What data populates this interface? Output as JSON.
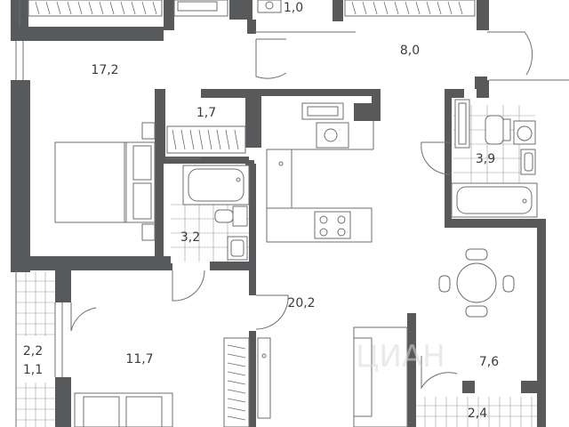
{
  "plan": {
    "room_areas": [
      {
        "id": "storage-top",
        "label": "1,0"
      },
      {
        "id": "hall",
        "label": "8,0"
      },
      {
        "id": "bedroom-1",
        "label": "17,2"
      },
      {
        "id": "wardrobe",
        "label": "1,7"
      },
      {
        "id": "bathroom-2",
        "label": "3,9"
      },
      {
        "id": "bathroom-1",
        "label": "3,2"
      },
      {
        "id": "living-kitchen",
        "label": "20,2"
      },
      {
        "id": "balcony-left-a",
        "label": "2,2"
      },
      {
        "id": "balcony-left-b",
        "label": "1,1"
      },
      {
        "id": "bedroom-2",
        "label": "11,7"
      },
      {
        "id": "dining",
        "label": "7,6"
      },
      {
        "id": "balcony-bottom",
        "label": "2,4"
      }
    ],
    "watermark": "ЦИАН"
  },
  "colors": {
    "wall": "#58595b",
    "line": "#6d6e71",
    "text": "#3b3b3b",
    "background": "#ffffff"
  }
}
